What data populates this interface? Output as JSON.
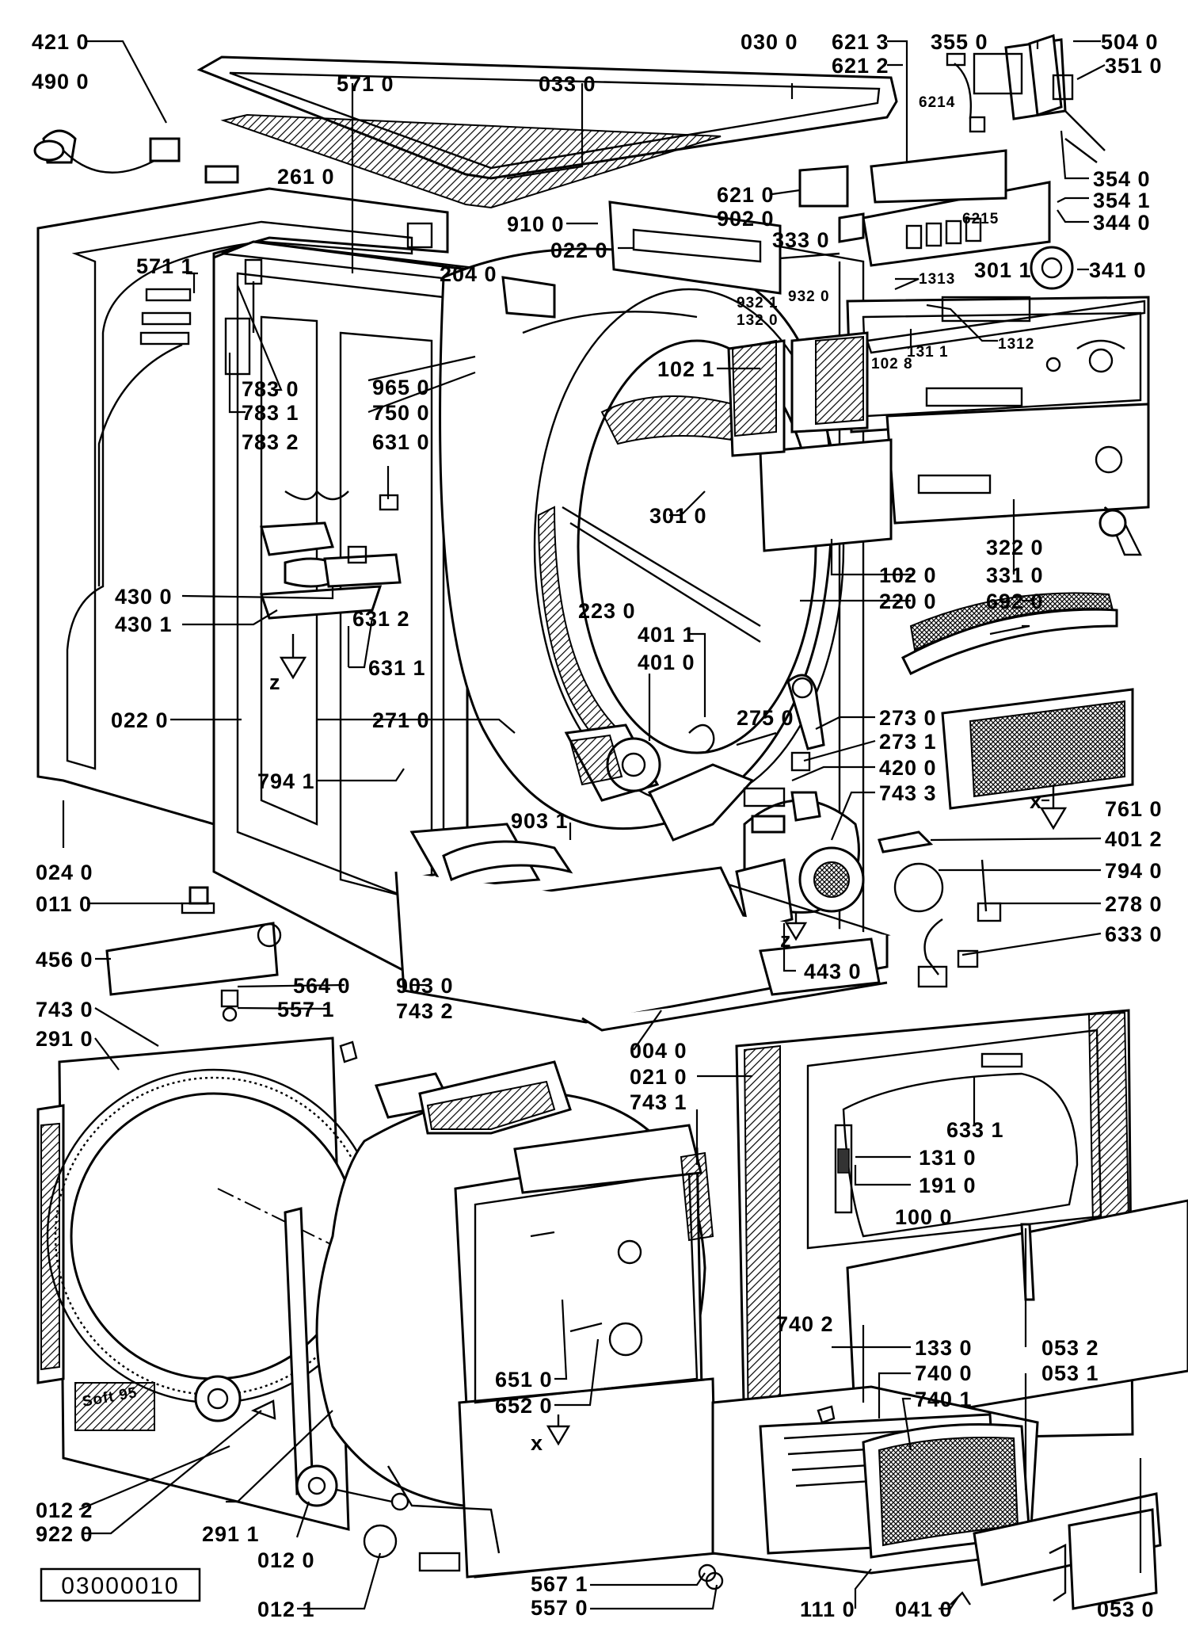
{
  "diagram": {
    "reference_number": "03000010",
    "labels": {
      "l4210": "421 0",
      "l4900": "490 0",
      "l5710": "571 0",
      "l0330": "033 0",
      "l0300": "030 0",
      "l6213": "621 3",
      "l6212": "621 2",
      "l3550": "355 0",
      "l5040": "504 0",
      "l3510": "351 0",
      "l6214": "6214",
      "l3540": "354 0",
      "l3541": "354 1",
      "l3440": "344 0",
      "l6215": "6215",
      "l6210": "621 0",
      "l9020": "902 0",
      "l9100": "910 0",
      "l0220a": "022 0",
      "l3330": "333 0",
      "l2610": "261 0",
      "l5711": "571 1",
      "l2040": "204 0",
      "l9321": "932 1",
      "l9320": "932 0",
      "l1313": "1313",
      "l3011": "301 1",
      "l3410": "341 0",
      "l1320": "132 0",
      "l1311": "131 1",
      "l1312": "1312",
      "l1028": "102 8",
      "l7830": "783 0",
      "l7831": "783 1",
      "l7832": "783 2",
      "l9650": "965 0",
      "l7500": "750 0",
      "l6310": "631 0",
      "l1021": "102 1",
      "l3010": "301 0",
      "l1020": "102 0",
      "l2200": "220 0",
      "l3220": "322 0",
      "l3310": "331 0",
      "l6920": "692 0",
      "l2230": "223 0",
      "l4300": "430 0",
      "l4301": "430 1",
      "l6312": "631 2",
      "l6311": "631 1",
      "lz1": "z",
      "l4011": "401 1",
      "l4010": "401 0",
      "l0220b": "022 0",
      "l2710": "271 0",
      "l2750": "275 0",
      "l2730": "273 0",
      "l2731": "273 1",
      "l4200": "420 0",
      "l7433": "743 3",
      "l7941": "794 1",
      "l7610": "761 0",
      "lx1": "x",
      "l9031": "903 1",
      "l4012": "401 2",
      "l0240": "024 0",
      "l7940": "794 0",
      "l2780": "278 0",
      "l0110": "011 0",
      "l6330": "633 0",
      "lz2": "z",
      "l4560": "456 0",
      "l4430": "443 0",
      "l5640": "564 0",
      "l9030": "903 0",
      "l5571": "557 1",
      "l7430": "743 0",
      "l7432": "743 2",
      "l2910": "291 0",
      "l0040": "004 0",
      "l0210": "021 0",
      "l7431": "743 1",
      "l6331": "633 1",
      "l1310": "131 0",
      "l1910": "191 0",
      "l1000": "100 0",
      "l7402": "740 2",
      "l1330": "133 0",
      "l0532": "053 2",
      "l7400": "740 0",
      "l0531": "053 1",
      "l7401": "740 1",
      "l6510": "651 0",
      "l6520": "652 0",
      "lx2": "x",
      "l0122": "012 2",
      "l9220": "922 0",
      "l2911": "291 1",
      "l0120": "012 0",
      "l0121": "012 1",
      "l5671": "567 1",
      "l5570": "557 0",
      "l1110": "111 0",
      "l0410": "041 0",
      "l0530": "053 0",
      "lsoft": "Soft 95"
    }
  }
}
